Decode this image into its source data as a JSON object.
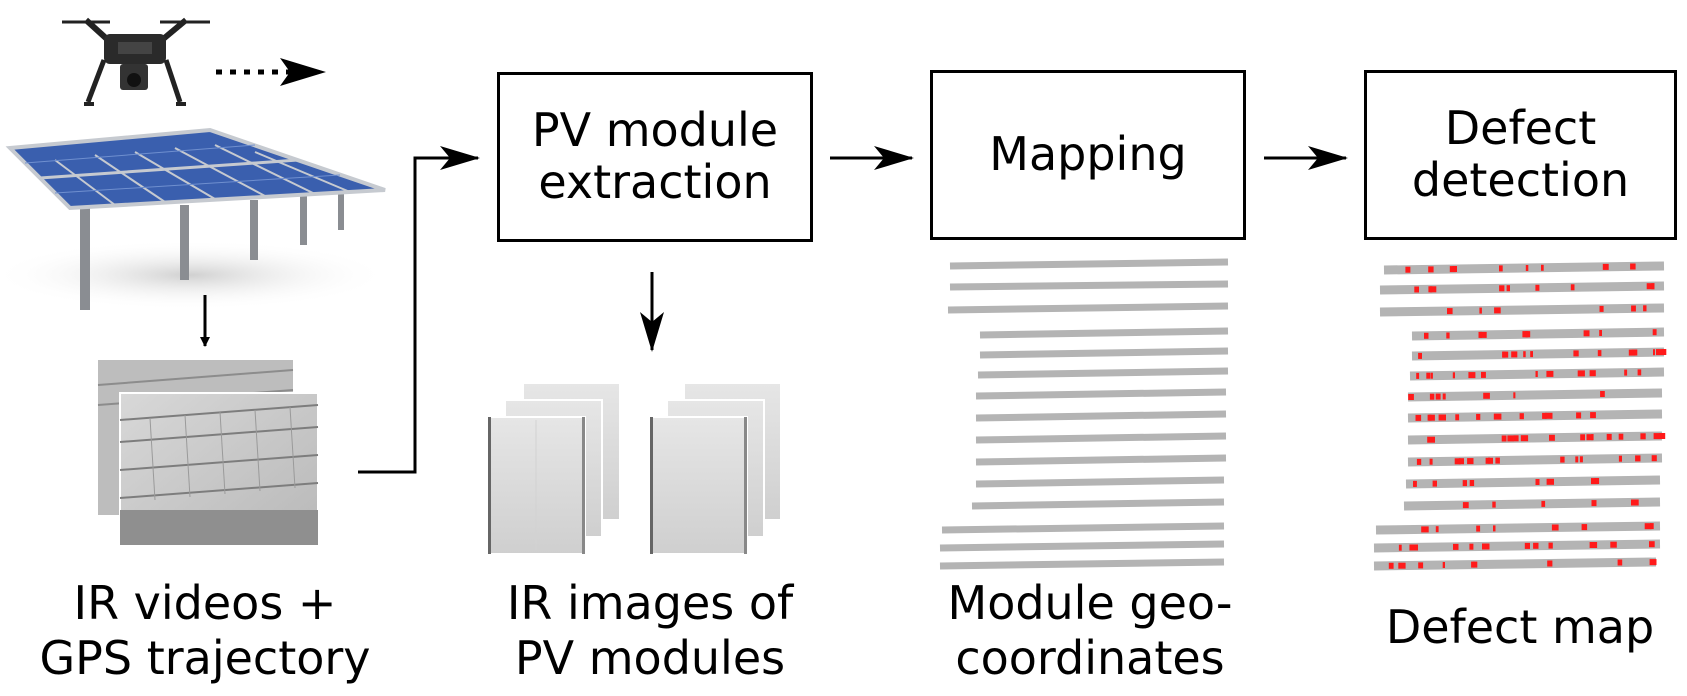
{
  "steps": {
    "extraction": {
      "label": "PV module\nextraction"
    },
    "mapping": {
      "label": "Mapping"
    },
    "detection": {
      "label": "Defect\ndetection"
    }
  },
  "captions": {
    "input": "IR videos +\nGPS trajectory",
    "modules": "IR images of\nPV modules",
    "geo": "Module geo-\ncoordinates",
    "defect_map": "Defect map"
  },
  "colors": {
    "panel": "#3a5fae",
    "frame": "#bfc3c8",
    "row": "#b4b4b4",
    "defect": "#ff1a1a",
    "ir": "#c9c9c9"
  },
  "icons": {
    "drone": "drone-icon",
    "solar_array": "solar-panel-array-icon"
  }
}
